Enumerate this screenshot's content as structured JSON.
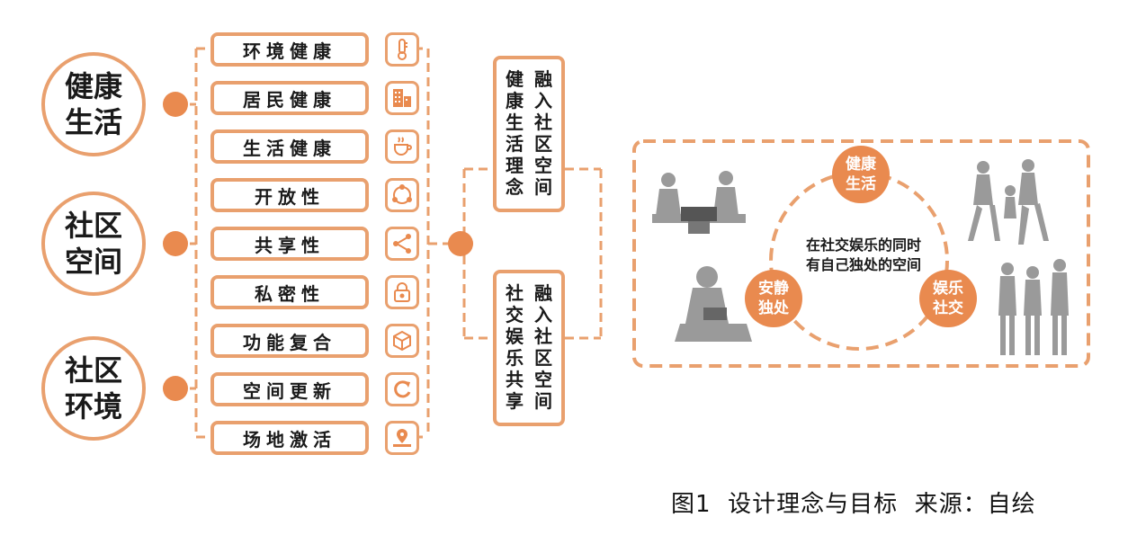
{
  "left_categories": [
    {
      "label": "健康生活"
    },
    {
      "label": "社区空间"
    },
    {
      "label": "社区环境"
    }
  ],
  "items": [
    {
      "label": "环境健康",
      "icon": "thermometer-icon"
    },
    {
      "label": "居民健康",
      "icon": "building-icon"
    },
    {
      "label": "生活健康",
      "icon": "cup-icon"
    },
    {
      "label": "开放性",
      "icon": "circular-nodes-icon"
    },
    {
      "label": "共享性",
      "icon": "share-icon"
    },
    {
      "label": "私密性",
      "icon": "lock-icon"
    },
    {
      "label": "功能复合",
      "icon": "cube-icon"
    },
    {
      "label": "空间更新",
      "icon": "refresh-icon"
    },
    {
      "label": "场地激活",
      "icon": "location-pin-icon"
    }
  ],
  "concepts": [
    {
      "col1": "健康生活理念",
      "col2": "融入社区空间"
    },
    {
      "col1": "社交娱乐共享",
      "col2": "融入社区空间"
    }
  ],
  "goal": {
    "center_text_line1": "在社交娱乐的同时",
    "center_text_line2": "有自己独处的空间",
    "nodes": [
      {
        "label": "健康生活"
      },
      {
        "label": "安静独处"
      },
      {
        "label": "娱乐社交"
      }
    ]
  },
  "caption": "图1  设计理念与目标  来源：自绘",
  "colors": {
    "accent": "#e98a4f",
    "border": "#e9a06e"
  }
}
